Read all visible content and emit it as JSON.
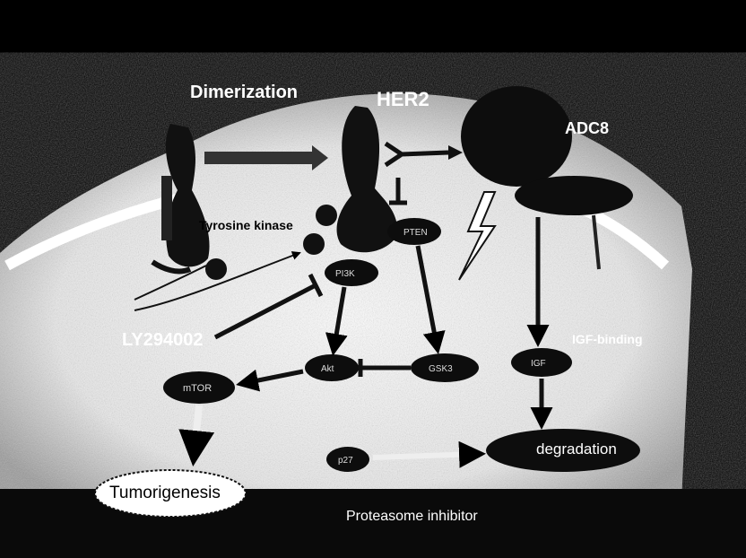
{
  "labels": {
    "dimerization": "Dimerization",
    "her2": "HER2",
    "adc8": "ADC8",
    "tyrosine_kinase": "Tyrosine kinase",
    "ly294002": "LY294002",
    "igf_binding": "IGF-binding",
    "tumorigenesis": "Tumorigenesis",
    "degradation": "degradation",
    "proteasome_inhibitor": "Proteasome inhibitor"
  },
  "colors": {
    "background": "#000000",
    "cell_interior": "#f2f2f2",
    "node_fill": "#0d0d0d",
    "text_light": "#ffffff",
    "text_dark": "#000000"
  }
}
